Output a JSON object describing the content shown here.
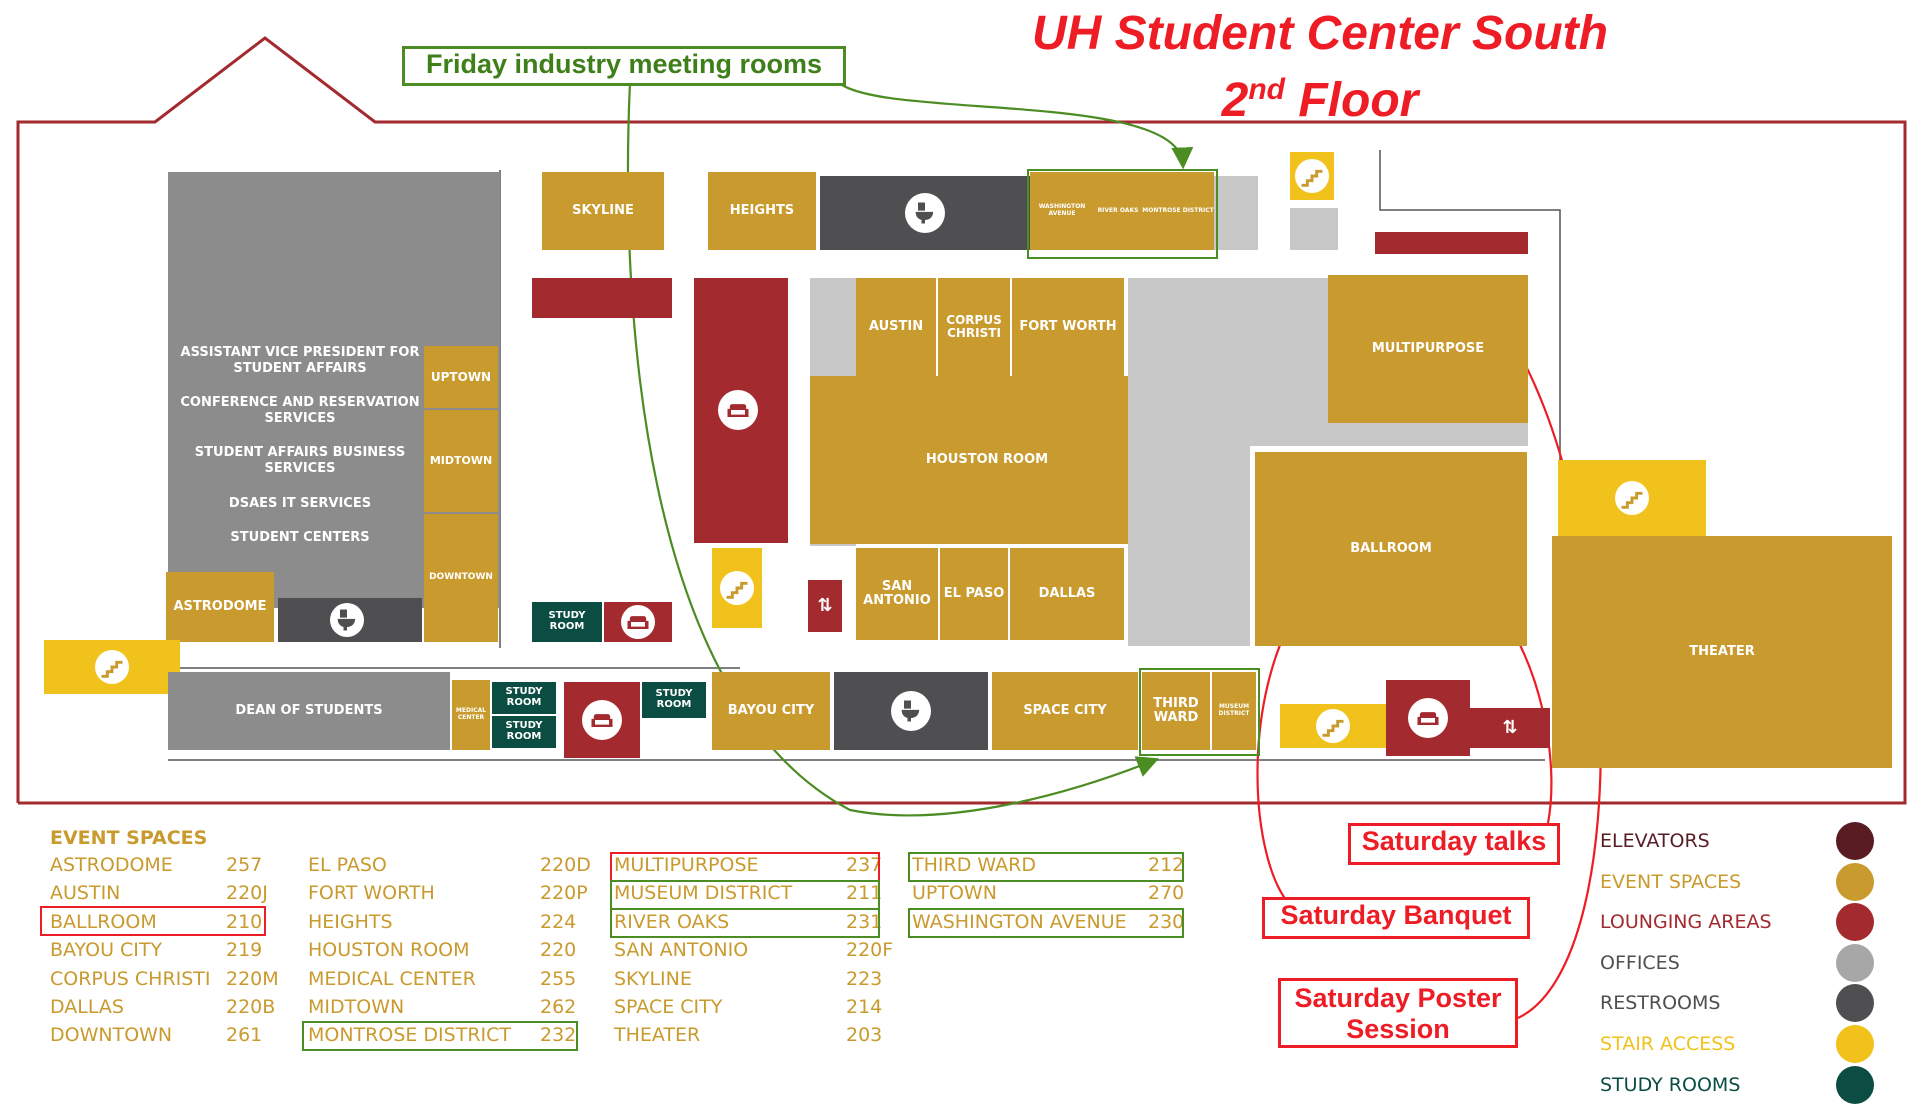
{
  "header": {
    "title_line1": "UH Student Center South",
    "title_line2_num": "2",
    "title_line2_sup": "nd",
    "title_line2_rest": "Floor"
  },
  "annotations": {
    "friday": "Friday industry meeting rooms",
    "sat_talks": "Saturday talks",
    "sat_banquet": "Saturday Banquet",
    "sat_poster_1": "Saturday Poster",
    "sat_poster_2": "Session"
  },
  "rooms": {
    "skyline": "SKYLINE",
    "heights": "HEIGHTS",
    "washington_avenue": "WASHINGTON AVENUE",
    "river_oaks": "RIVER OAKS",
    "montrose_district": "MONTROSE DISTRICT",
    "austin": "AUSTIN",
    "corpus_christi": "CORPUS CHRISTI",
    "fort_worth": "FORT WORTH",
    "multipurpose": "MULTIPURPOSE",
    "houston_room": "HOUSTON ROOM",
    "uptown": "UPTOWN",
    "midtown": "MIDTOWN",
    "downtown": "DOWNTOWN",
    "astrodome": "ASTRODOME",
    "ballroom": "BALLROOM",
    "san_antonio": "SAN ANTONIO",
    "el_paso": "EL PASO",
    "dallas": "DALLAS",
    "theater": "THEATER",
    "dean_of_students": "DEAN OF STUDENTS",
    "medical_center": "MEDICAL CENTER",
    "study_room": "STUDY ROOM",
    "bayou_city": "BAYOU CITY",
    "space_city": "SPACE CITY",
    "third_ward": "THIRD WARD",
    "museum_district": "MUSEUM DISTRICT"
  },
  "offices": [
    "ASSISTANT VICE PRESIDENT FOR STUDENT AFFAIRS",
    "CONFERENCE AND RESERVATION SERVICES",
    "STUDENT AFFAIRS BUSINESS SERVICES",
    "DSAES IT SERVICES",
    "STUDENT CENTERS"
  ],
  "legend": {
    "heading": "EVENT SPACES",
    "col1": [
      {
        "name": "ASTRODOME",
        "num": "257"
      },
      {
        "name": "AUSTIN",
        "num": "220J"
      },
      {
        "name": "BALLROOM",
        "num": "210"
      },
      {
        "name": "BAYOU CITY",
        "num": "219"
      },
      {
        "name": "CORPUS CHRISTI",
        "num": "220M"
      },
      {
        "name": "DALLAS",
        "num": "220B"
      },
      {
        "name": "DOWNTOWN",
        "num": "261"
      }
    ],
    "col2": [
      {
        "name": "EL PASO",
        "num": "220D"
      },
      {
        "name": "FORT WORTH",
        "num": "220P"
      },
      {
        "name": "HEIGHTS",
        "num": "224"
      },
      {
        "name": "HOUSTON ROOM",
        "num": "220"
      },
      {
        "name": "MEDICAL CENTER",
        "num": "255"
      },
      {
        "name": "MIDTOWN",
        "num": "262"
      },
      {
        "name": "MONTROSE DISTRICT",
        "num": "232"
      }
    ],
    "col3": [
      {
        "name": "MULTIPURPOSE",
        "num": "237"
      },
      {
        "name": "MUSEUM DISTRICT",
        "num": "211"
      },
      {
        "name": "RIVER OAKS",
        "num": "231"
      },
      {
        "name": "SAN ANTONIO",
        "num": "220F"
      },
      {
        "name": "SKYLINE",
        "num": "223"
      },
      {
        "name": "SPACE CITY",
        "num": "214"
      },
      {
        "name": "THEATER",
        "num": "203"
      }
    ],
    "col4": [
      {
        "name": "THIRD WARD",
        "num": "212"
      },
      {
        "name": "UPTOWN",
        "num": "270"
      },
      {
        "name": "WASHINGTON AVENUE",
        "num": "230"
      }
    ]
  },
  "key": [
    {
      "label": "ELEVATORS",
      "color": "#5a1c23",
      "icon": "elevator-icon"
    },
    {
      "label": "EVENT SPACES",
      "color": "#c99a2e",
      "icon": "event-swatch"
    },
    {
      "label": "LOUNGING AREAS",
      "color": "#a32a2e",
      "icon": "sofa-icon"
    },
    {
      "label": "OFFICES",
      "color": "#a7a7a7",
      "icon": "office-swatch"
    },
    {
      "label": "RESTROOMS",
      "color": "#4f4f51",
      "icon": "toilet-icon"
    },
    {
      "label": "STAIR ACCESS",
      "color": "#f1c21b",
      "icon": "stairs-icon"
    },
    {
      "label": "STUDY ROOMS",
      "color": "#0c4d43",
      "icon": "study-swatch"
    }
  ],
  "colors": {
    "event": "#c99a2e",
    "office": "#8c8c8c",
    "lounge": "#a32a2e",
    "restroom": "#4f4f51",
    "study": "#0c4d43",
    "stair": "#f1c21b",
    "outline": "#a32a2e",
    "red_note": "#ee1c24",
    "green_note": "#4b8c23"
  }
}
